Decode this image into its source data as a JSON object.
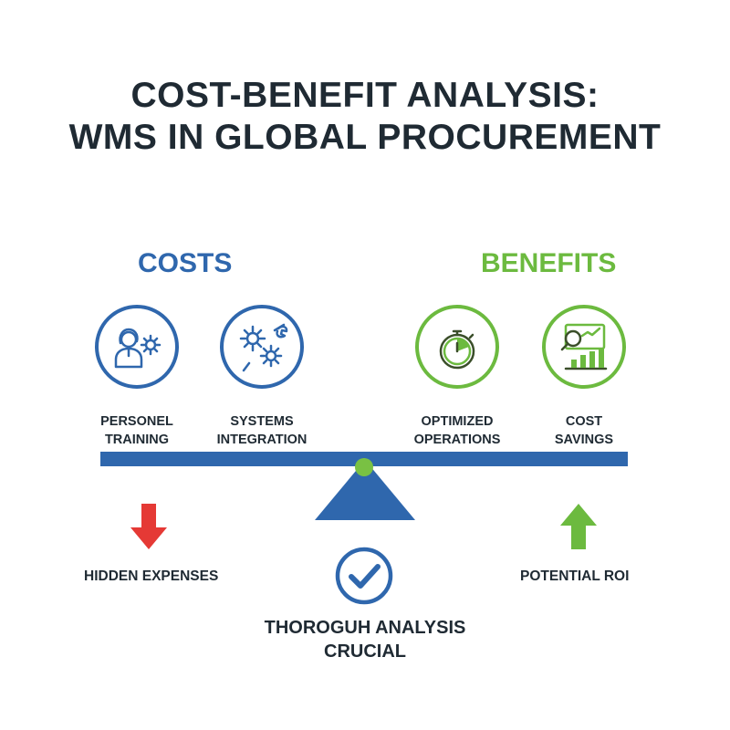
{
  "title": {
    "line1": "COST-BENEFIT ANALYSIS:",
    "line2": "WMS IN GLOBAL PROCUREMENT"
  },
  "colors": {
    "cost_blue": "#2f67ad",
    "benefit_green": "#6cba3f",
    "decrease_red": "#e53935",
    "text_dark": "#1f2a33"
  },
  "costs": {
    "heading": "COSTS",
    "items": [
      {
        "line1": "PERSONEL",
        "line2": "TRAINING",
        "icon": "person-gears-icon"
      },
      {
        "line1": "SYSTEMS",
        "line2": "INTEGRATION",
        "icon": "gears-wrench-icon"
      }
    ],
    "indicator": {
      "icon": "down-arrow-icon",
      "label": "HIDDEN EXPENSES"
    }
  },
  "benefits": {
    "heading": "BENEFITS",
    "items": [
      {
        "line1": "OPTIMIZED",
        "line2": "OPERATIONS",
        "icon": "stopwatch-icon"
      },
      {
        "line1": "COST",
        "line2": "SAVINGS",
        "icon": "magnifier-chart-icon"
      }
    ],
    "indicator": {
      "icon": "up-arrow-icon",
      "label": "POTENTIAL ROI"
    }
  },
  "balance": {
    "icon": "scale-balance-icon"
  },
  "conclusion": {
    "icon": "checkmark-icon",
    "line1": "THOROGUH ANALYSIS",
    "line2": "CRUCIAL"
  }
}
